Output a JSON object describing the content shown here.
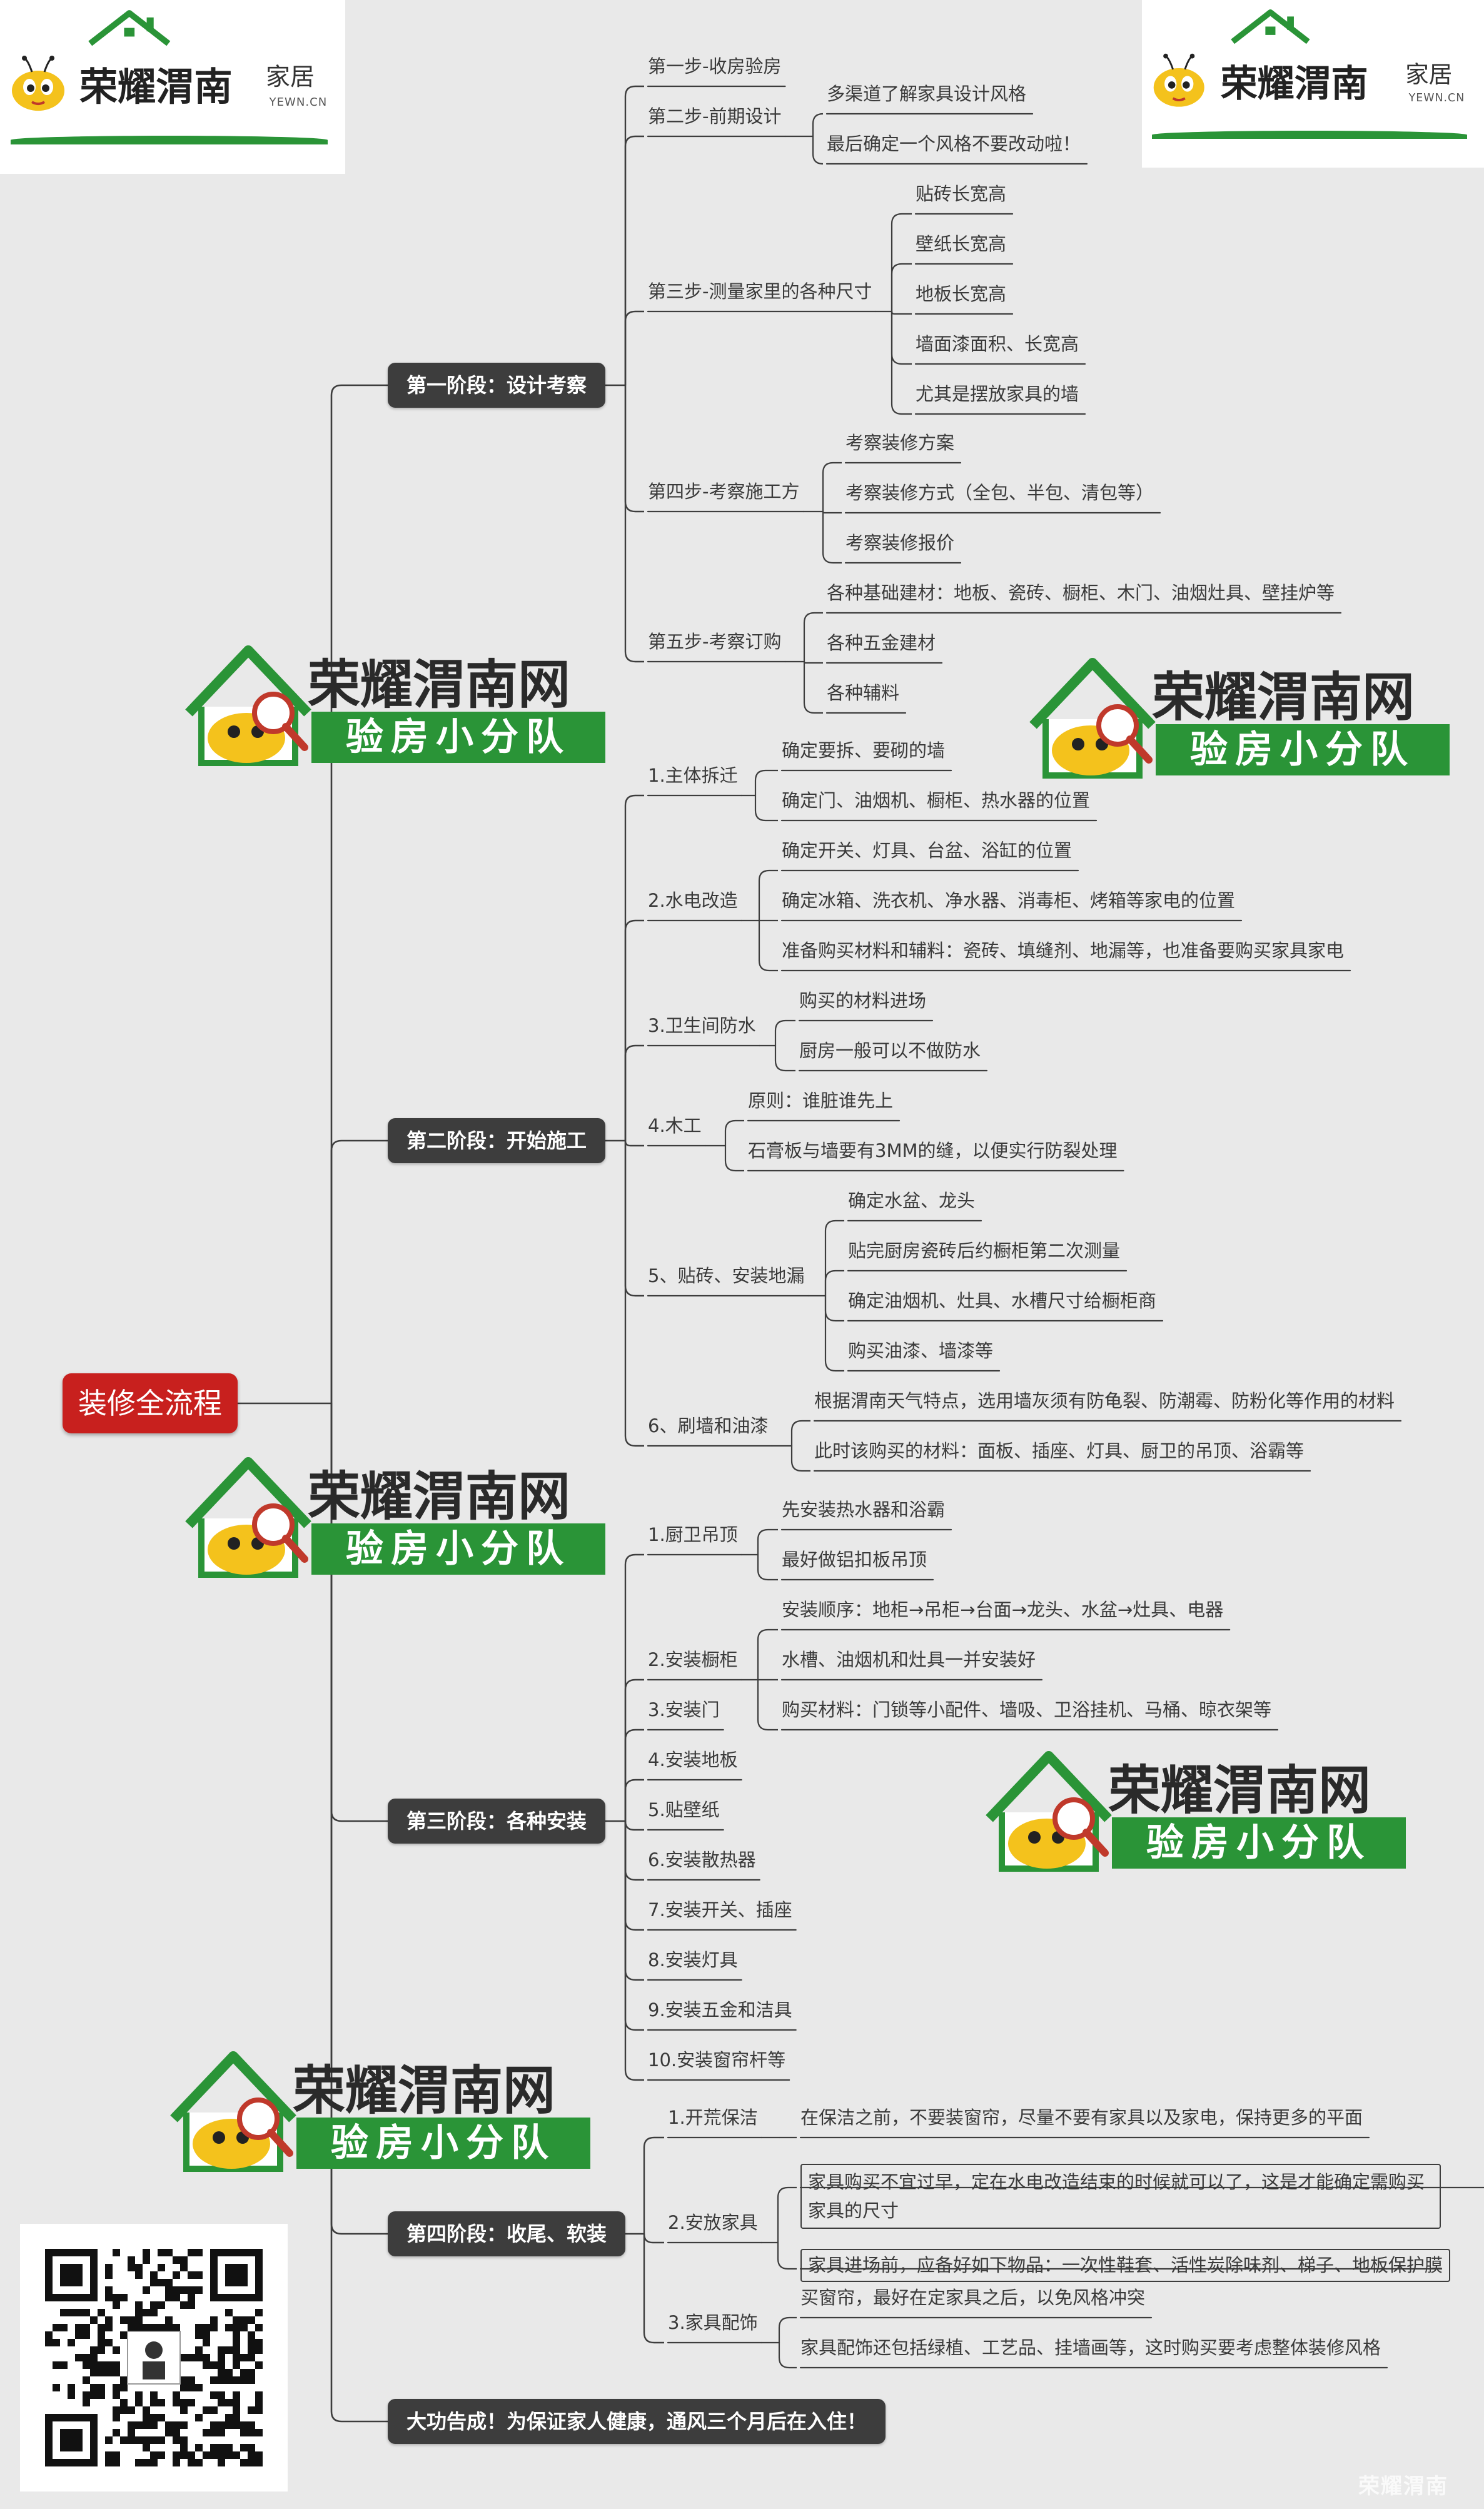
{
  "colors": {
    "root": "#c8201e",
    "stage": "#3d3d3d",
    "line": "#3d3d3d",
    "green": "#2a9437",
    "background": "#e9e9e9"
  },
  "logo": {
    "brand": "荣耀渭南",
    "suffix": "家居",
    "url": "YEWN.CN"
  },
  "stamp": {
    "brand": "荣耀渭南网",
    "team": "验房小分队"
  },
  "watermark": "荣耀渭南",
  "mindmap": {
    "root": "装修全流程",
    "stages": [
      {
        "label": "第一阶段：设计考察",
        "children": [
          {
            "label": "第一步-收房验房",
            "children": []
          },
          {
            "label": "第二步-前期设计",
            "children": [
              "多渠道了解家具设计风格",
              "最后确定一个风格不要改动啦！"
            ]
          },
          {
            "label": "第三步-测量家里的各种尺寸",
            "children": [
              "贴砖长宽高",
              "壁纸长宽高",
              "地板长宽高",
              "墙面漆面积、长宽高",
              "尤其是摆放家具的墙"
            ]
          },
          {
            "label": "第四步-考察施工方",
            "children": [
              "考察装修方案",
              "考察装修方式（全包、半包、清包等）",
              "考察装修报价"
            ]
          },
          {
            "label": "第五步-考察订购",
            "children": [
              "各种基础建材：地板、瓷砖、橱柜、木门、油烟灶具、壁挂炉等",
              "各种五金建材",
              "各种辅料"
            ]
          }
        ]
      },
      {
        "label": "第二阶段：开始施工",
        "children": [
          {
            "label": "1.主体拆迁",
            "children": [
              "确定要拆、要砌的墙",
              "确定门、油烟机、橱柜、热水器的位置"
            ]
          },
          {
            "label": "2.水电改造",
            "children": [
              "确定开关、灯具、台盆、浴缸的位置",
              "确定冰箱、洗衣机、净水器、消毒柜、烤箱等家电的位置",
              "准备购买材料和辅料：瓷砖、填缝剂、地漏等，也准备要购买家具家电"
            ]
          },
          {
            "label": "3.卫生间防水",
            "children": [
              "购买的材料进场",
              "厨房一般可以不做防水"
            ]
          },
          {
            "label": "4.木工",
            "children": [
              "原则：谁脏谁先上",
              "石膏板与墙要有3MM的缝，以便实行防裂处理"
            ]
          },
          {
            "label": "5、贴砖、安装地漏",
            "children": [
              "确定水盆、龙头",
              "贴完厨房瓷砖后约橱柜第二次测量",
              "确定油烟机、灶具、水槽尺寸给橱柜商",
              "购买油漆、墙漆等"
            ]
          },
          {
            "label": "6、刷墙和油漆",
            "children": [
              "根据渭南天气特点，选用墙灰须有防龟裂、防潮霉、防粉化等作用的材料",
              "此时该购买的材料：面板、插座、灯具、厨卫的吊顶、浴霸等"
            ]
          }
        ]
      },
      {
        "label": "第三阶段：各种安装",
        "children": [
          {
            "label": "1.厨卫吊顶",
            "children": [
              "先安装热水器和浴霸",
              "最好做铝扣板吊顶"
            ]
          },
          {
            "label": "2.安装橱柜",
            "children": [
              "安装顺序：地柜→吊柜→台面→龙头、水盆→灶具、电器",
              "水槽、油烟机和灶具一并安装好",
              "购买材料：门锁等小配件、墙吸、卫浴挂机、马桶、晾衣架等"
            ]
          },
          {
            "label": "3.安装门",
            "children": []
          },
          {
            "label": "4.安装地板",
            "children": []
          },
          {
            "label": "5.贴壁纸",
            "children": []
          },
          {
            "label": "6.安装散热器",
            "children": []
          },
          {
            "label": "7.安装开关、插座",
            "children": []
          },
          {
            "label": "8.安装灯具",
            "children": []
          },
          {
            "label": "9.安装五金和洁具",
            "children": []
          },
          {
            "label": "10.安装窗帘杆等",
            "children": []
          }
        ]
      },
      {
        "label": "第四阶段：收尾、软装",
        "children": [
          {
            "label": "1.开荒保洁",
            "children": [
              "在保洁之前，不要装窗帘，尽量不要有家具以及家电，保持更多的平面"
            ]
          },
          {
            "label": "2.安放家具",
            "children": [
              "家具购买不宜过早，定在水电改造结束的时候就可以了，这是才能确定需购买家具的尺寸",
              "家具进场前，应备好如下物品：一次性鞋套、活性炭除味剂、梯子、地板保护膜"
            ]
          },
          {
            "label": "3.家具配饰",
            "children": [
              "买窗帘，最好在定家具之后，以免风格冲突",
              "家具配饰还包括绿植、工艺品、挂墙画等，这时购买要考虑整体装修风格"
            ]
          }
        ]
      },
      {
        "label": "大功告成！为保证家人健康，通风三个月后在入住！",
        "children": []
      }
    ]
  }
}
